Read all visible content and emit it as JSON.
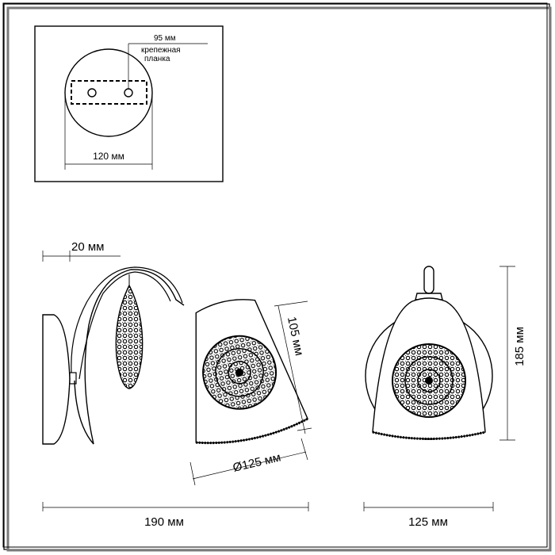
{
  "mount": {
    "width_label": "120 мм",
    "bracket_label": "95 мм",
    "bracket_name_line1": "крепежная",
    "bracket_name_line2": "планка"
  },
  "side_view": {
    "offset_label": "20 мм",
    "shade_height_label": "105 мм",
    "shade_diameter_label": "Ø125 мм",
    "total_depth_label": "190 мм"
  },
  "front_view": {
    "height_label": "185 мм",
    "width_label": "125 мм"
  },
  "colors": {
    "line": "#000000",
    "border_shadow": "#7a7a7a"
  }
}
